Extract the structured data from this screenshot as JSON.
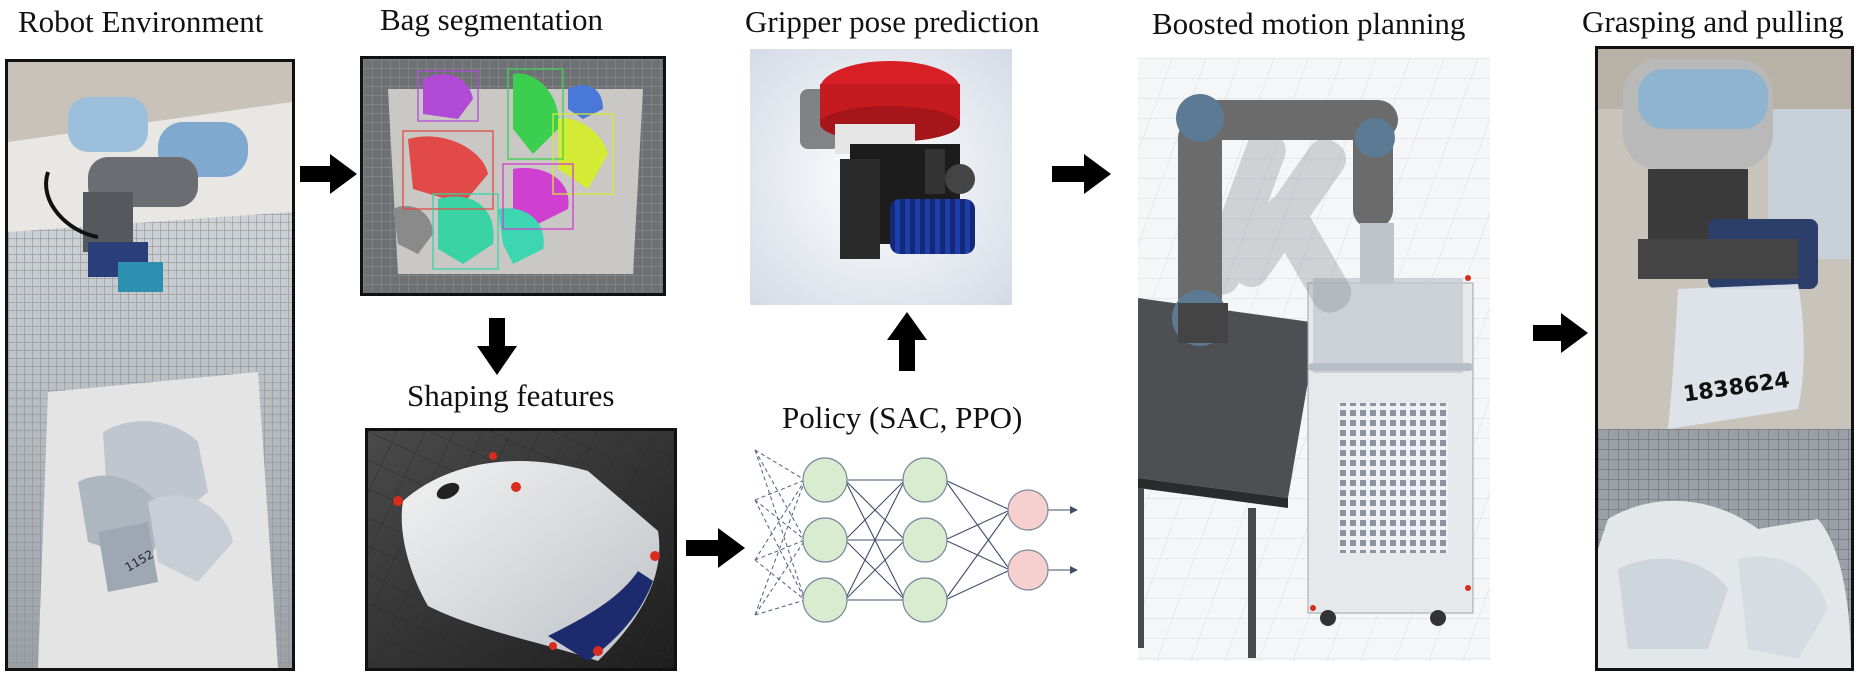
{
  "labels": {
    "robot_environment": "Robot Environment",
    "bag_segmentation": "Bag segmentation",
    "gripper_pose_prediction": "Gripper pose prediction",
    "boosted_motion_planning": "Boosted motion planning",
    "grasping_and_pulling": "Grasping and pulling",
    "shaping_features": "Shaping features",
    "policy": "Policy (SAC, PPO)"
  },
  "bag_print": "1838624",
  "colors": {
    "frame": "#111111",
    "arrow": "#000000",
    "neuron_hidden": "#d9ecd0",
    "neuron_output": "#f6cfcf",
    "gripper_red": "#d81f26",
    "gripper_blue": "#1f3fa8",
    "robot_arm": "#6b6b6b"
  },
  "network": {
    "input_nodes": 4,
    "hidden_layers": [
      3,
      3
    ],
    "output_nodes": 2
  }
}
